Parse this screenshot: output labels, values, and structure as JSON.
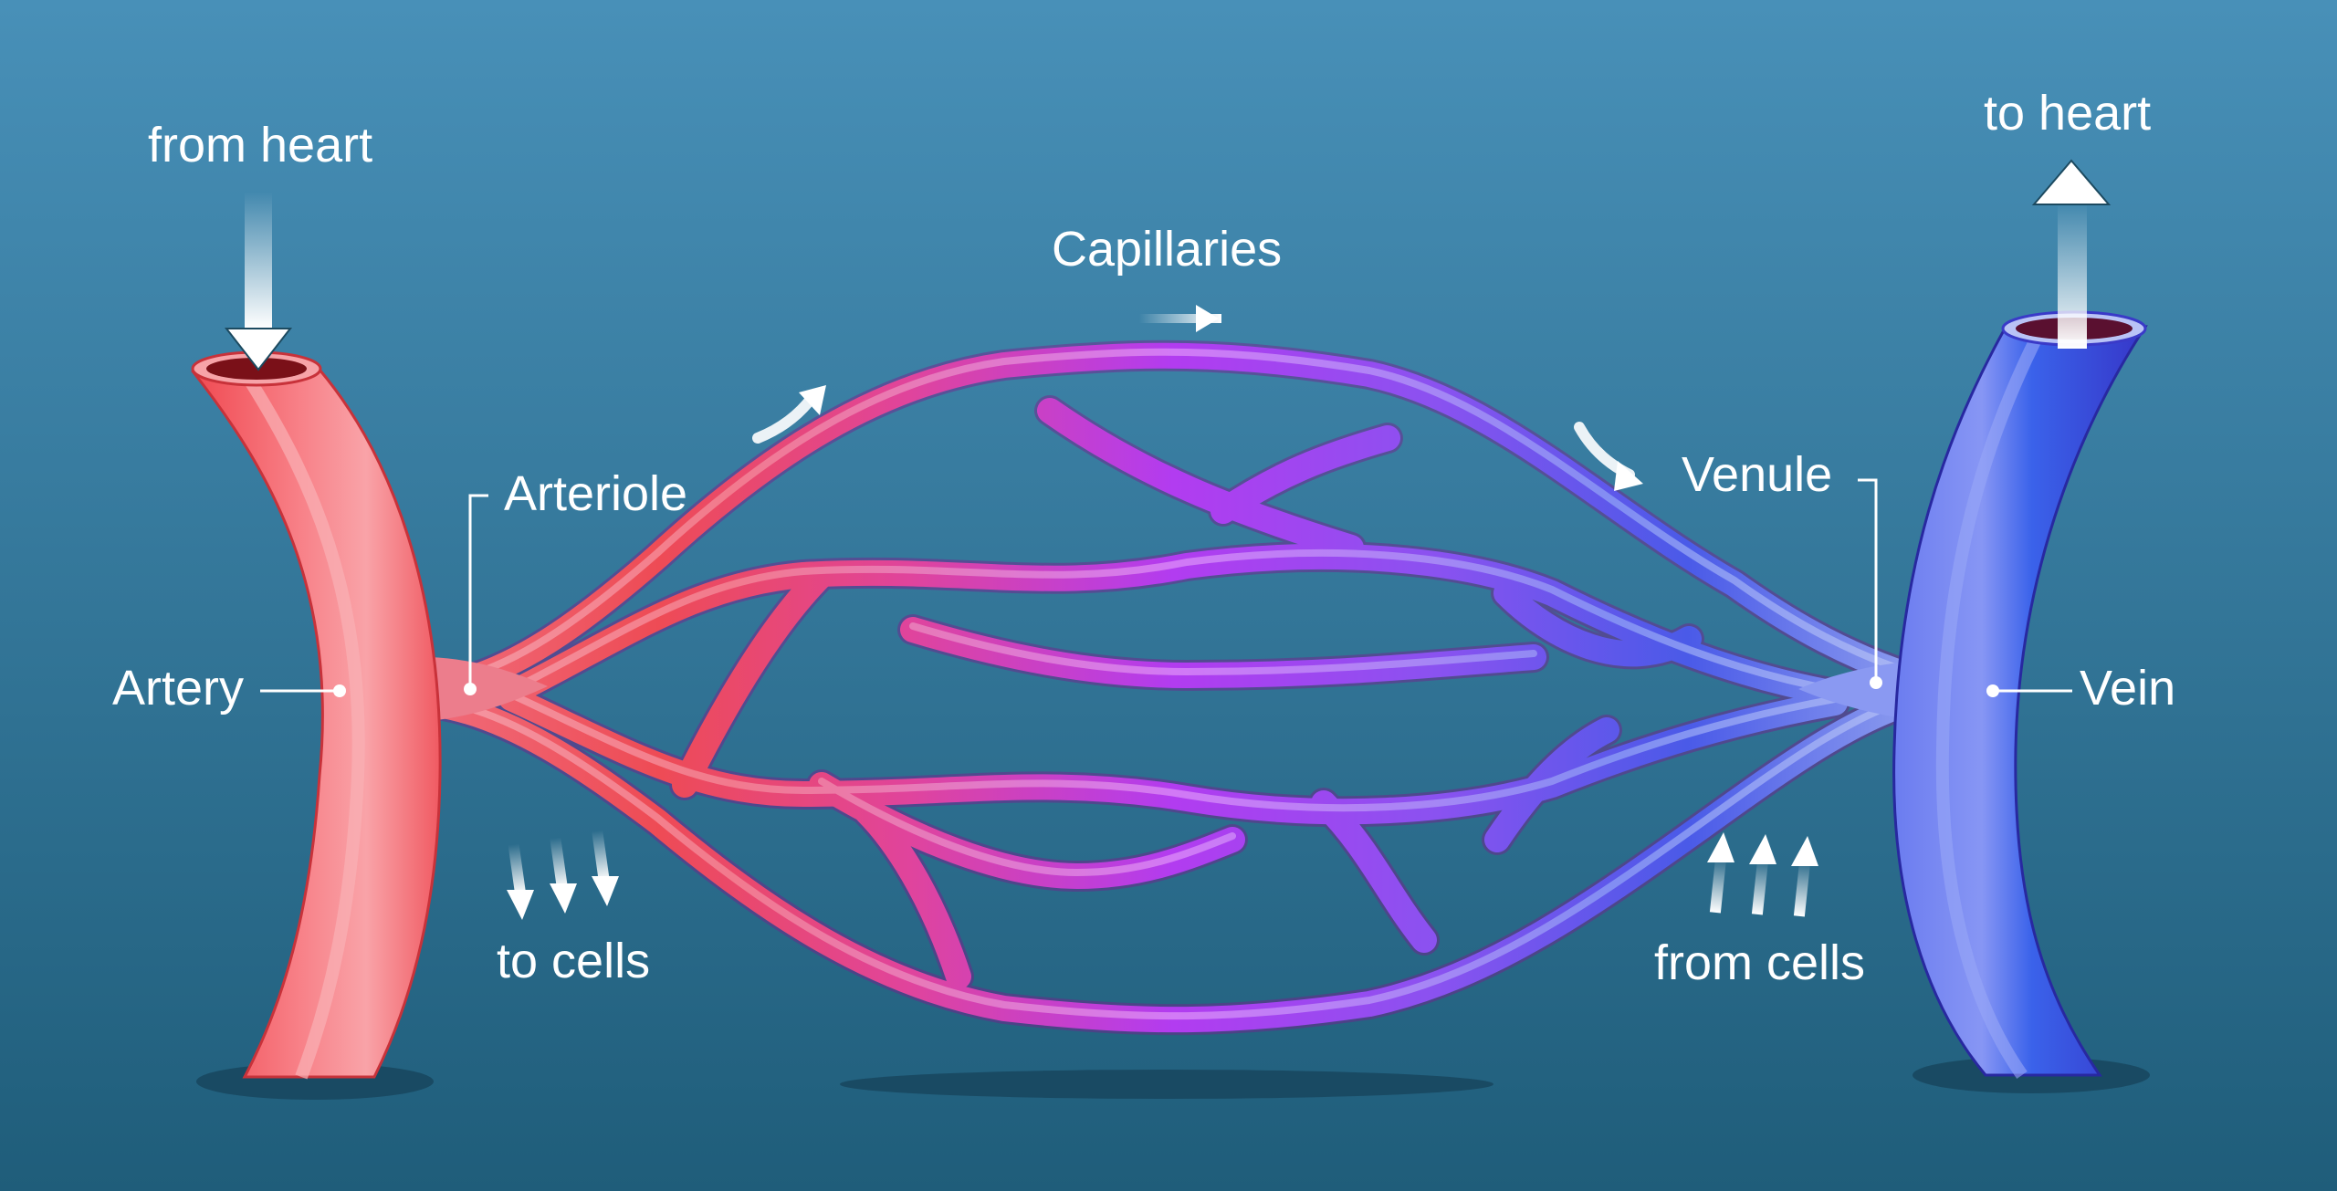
{
  "labels": {
    "from_heart": "from heart",
    "to_heart": "to heart",
    "capillaries": "Capillaries",
    "arteriole": "Arteriole",
    "venule": "Venule",
    "artery": "Artery",
    "vein": "Vein",
    "to_cells": "to cells",
    "from_cells": "from cells"
  },
  "colors": {
    "background_top": "#4890b8",
    "background_bottom": "#1f5d7a",
    "artery_red": "#f0525a",
    "capillary_purple": "#b13cf0",
    "vein_blue": "#3d55e8",
    "arrow": "#ffffff",
    "text": "#ffffff"
  }
}
